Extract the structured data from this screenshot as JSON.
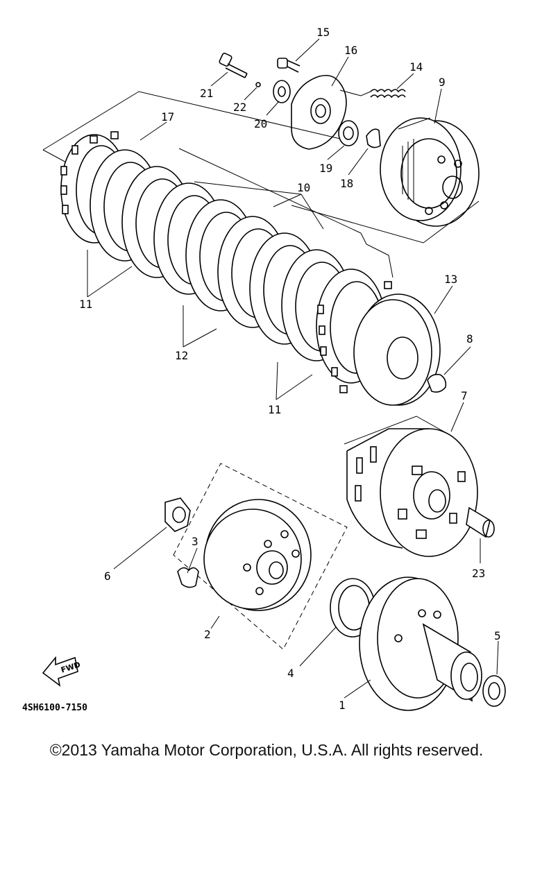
{
  "diagram": {
    "part_code": "4SH6100-7150",
    "fwd_label": "FWD",
    "callouts": {
      "c1": "1",
      "c2": "2",
      "c3": "3",
      "c4": "4",
      "c5": "5",
      "c6": "6",
      "c7": "7",
      "c8": "8",
      "c9": "9",
      "c10": "10",
      "c11a": "11",
      "c11b": "11",
      "c12": "12",
      "c13": "13",
      "c14": "14",
      "c15": "15",
      "c16": "16",
      "c17": "17",
      "c18": "18",
      "c19": "19",
      "c20": "20",
      "c21": "21",
      "c22": "22",
      "c23": "23"
    }
  },
  "footer": {
    "copyright": "©2013 Yamaha Motor Corporation, U.S.A. All rights reserved."
  }
}
